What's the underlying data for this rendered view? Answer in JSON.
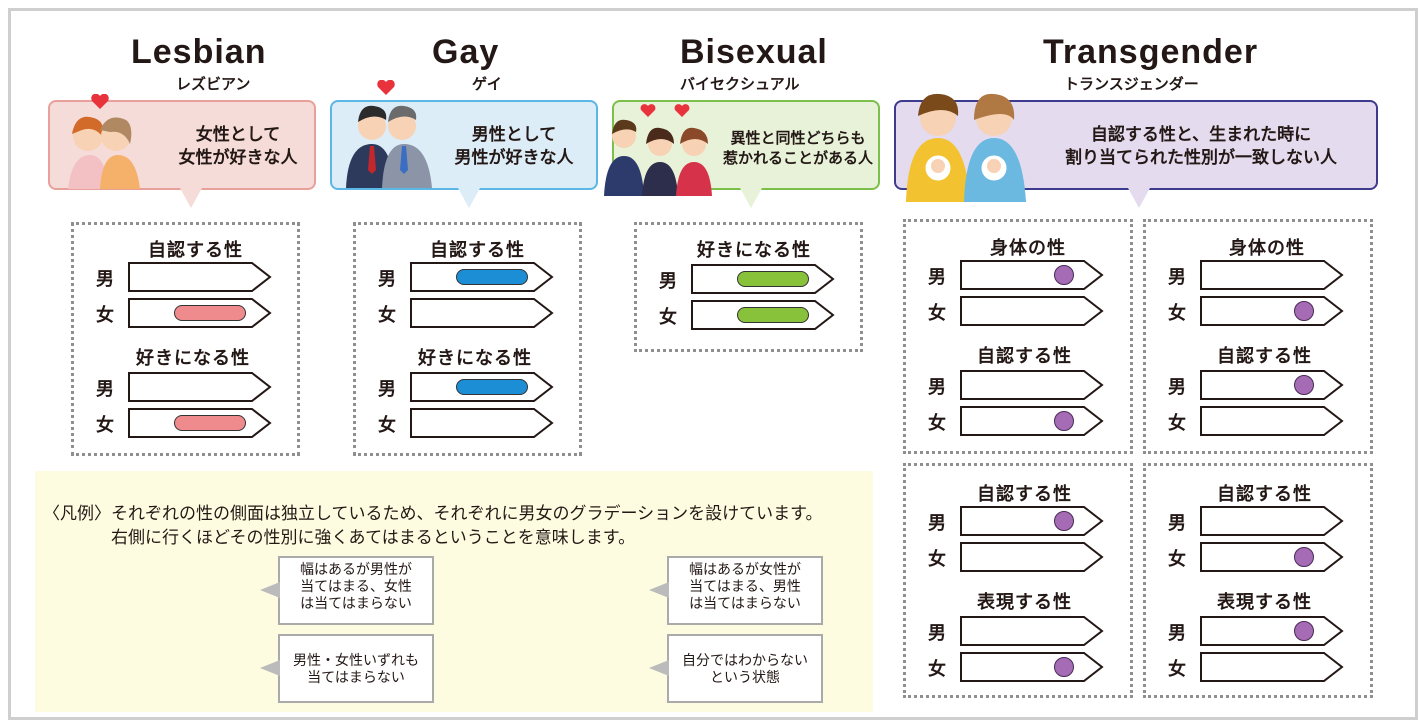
{
  "colors": {
    "lesbian_bg": "#f5dcd9",
    "lesbian_border": "#e8a19a",
    "gay_bg": "#dcedf8",
    "gay_border": "#5ab7e6",
    "bi_bg": "#e8f2d9",
    "bi_border": "#7cbf4a",
    "trans_bg": "#e4dbee",
    "trans_border": "#3e3b8f",
    "pink_fill": "#f08b8d",
    "blue_fill": "#1b8ed6",
    "green_fill": "#88c23a",
    "purple_dot": "#a56bb5",
    "gray_fill": "#c8c8c8",
    "legend_bg": "#fefce0"
  },
  "labels": {
    "male": "男",
    "female": "女",
    "question": "?"
  },
  "lesbian": {
    "title": "Lesbian",
    "reading": "レズビアン",
    "desc": [
      "女性として",
      "女性が好きな人"
    ],
    "sections": [
      {
        "title": "自認する性",
        "male": null,
        "female": "pink"
      },
      {
        "title": "好きになる性",
        "male": null,
        "female": "pink"
      }
    ]
  },
  "gay": {
    "title": "Gay",
    "reading": "ゲイ",
    "desc": [
      "男性として",
      "男性が好きな人"
    ],
    "sections": [
      {
        "title": "自認する性",
        "male": "blue",
        "female": null
      },
      {
        "title": "好きになる性",
        "male": "blue",
        "female": null
      }
    ]
  },
  "bisexual": {
    "title": "Bisexual",
    "reading": "バイセクシュアル",
    "desc": [
      "異性と同性どちらも",
      "惹かれることがある人"
    ],
    "sections": [
      {
        "title": "好きになる性",
        "male": "green",
        "female": "green"
      }
    ]
  },
  "transgender": {
    "title": "Transgender",
    "reading": "トランスジェンダー",
    "desc": [
      "自認する性と、生まれた時に",
      "割り当てられた性別が一致しない人"
    ],
    "boxes": [
      {
        "sections": [
          {
            "title": "身体の性",
            "male": "dot",
            "female": null
          },
          {
            "title": "自認する性",
            "male": null,
            "female": "dot"
          }
        ]
      },
      {
        "sections": [
          {
            "title": "身体の性",
            "male": null,
            "female": "dot"
          },
          {
            "title": "自認する性",
            "male": "dot",
            "female": null
          }
        ]
      },
      {
        "sections": [
          {
            "title": "自認する性",
            "male": "dot",
            "female": null
          },
          {
            "title": "表現する性",
            "male": null,
            "female": "dot"
          }
        ]
      },
      {
        "sections": [
          {
            "title": "自認する性",
            "male": null,
            "female": "dot"
          },
          {
            "title": "表現する性",
            "male": "dot",
            "female": null
          }
        ]
      }
    ]
  },
  "legend": {
    "intro_1": "〈凡例〉それぞれの性の側面は独立しているため、それぞれに男女のグラデーションを設けています。",
    "intro_2": "右側に行くほどその性別に強くあてはまるということを意味します。",
    "ex1": [
      "幅はあるが男性が",
      "当てはまる、女性",
      "は当てはまらない"
    ],
    "ex2": [
      "男性・女性いずれも",
      "当てはまらない"
    ],
    "ex3": [
      "幅はあるが女性が",
      "当てはまる、男性",
      "は当てはまらない"
    ],
    "ex4": [
      "自分ではわからない",
      "という状態"
    ]
  }
}
